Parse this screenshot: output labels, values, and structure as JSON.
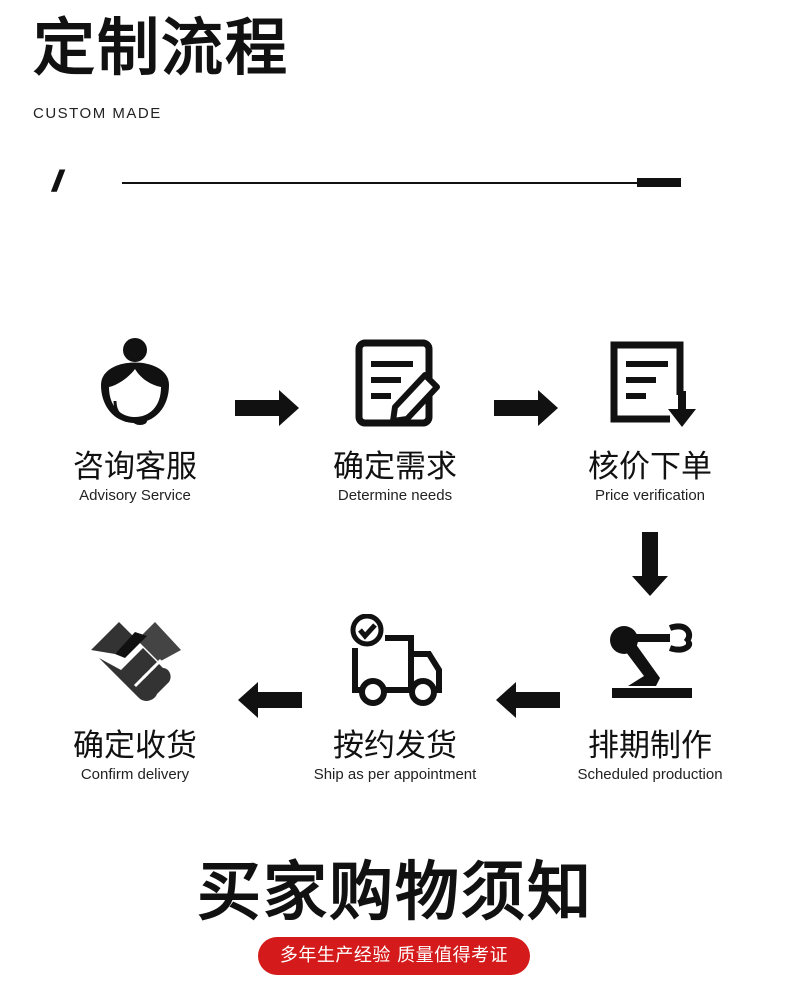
{
  "header": {
    "title": "定制流程",
    "subtitle": "CUSTOM MADE",
    "decor_slashes": "//"
  },
  "steps": [
    {
      "cn": "咨询客服",
      "en": "Advisory Service",
      "icon": "customer-service-headset-icon"
    },
    {
      "cn": "确定需求",
      "en": "Determine needs",
      "icon": "document-edit-icon"
    },
    {
      "cn": "核价下单",
      "en": "Price verification",
      "icon": "document-download-icon"
    },
    {
      "cn": "排期制作",
      "en": "Scheduled production",
      "icon": "robot-arm-icon"
    },
    {
      "cn": "按约发货",
      "en": "Ship as per appointment",
      "icon": "delivery-truck-icon"
    },
    {
      "cn": "确定收货",
      "en": "Confirm delivery",
      "icon": "handshake-icon"
    }
  ],
  "footer": {
    "title": "买家购物须知",
    "badge": "多年生产经验 质量值得考证"
  },
  "colors": {
    "text": "#111111",
    "badge_bg": "#d41a1a",
    "badge_text": "#ffffff"
  }
}
